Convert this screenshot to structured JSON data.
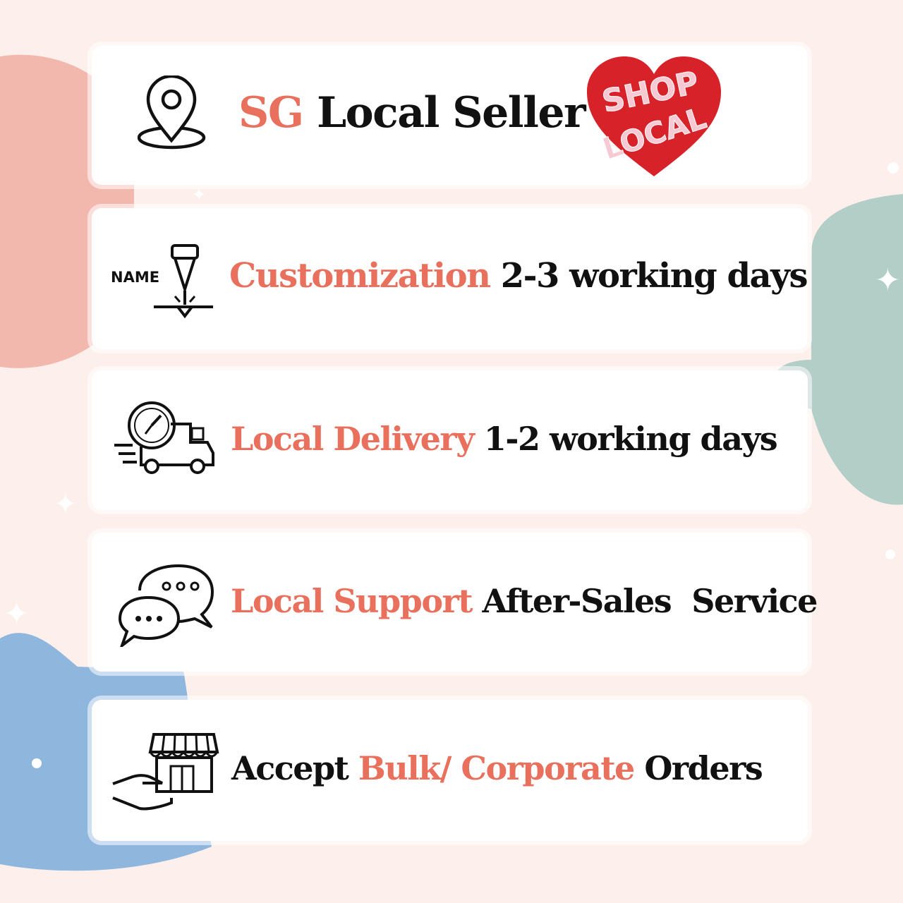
{
  "colors": {
    "accent": "#e8705d",
    "text": "#111111",
    "background": "#fdf0ec"
  },
  "items": [
    {
      "icon": "location-pin-icon",
      "parts": [
        {
          "text": "SG",
          "accent": true
        },
        {
          "text": " Local Seller",
          "accent": false
        }
      ]
    },
    {
      "icon": "laser-engraving-icon",
      "icon_label": "NAME",
      "parts": [
        {
          "text": "Customization",
          "accent": true
        },
        {
          "text": " 2-3 working days",
          "accent": false
        }
      ]
    },
    {
      "icon": "delivery-truck-clock-icon",
      "parts": [
        {
          "text": "Local Delivery",
          "accent": true
        },
        {
          "text": " 1-2 working days",
          "accent": false
        }
      ]
    },
    {
      "icon": "chat-bubbles-icon",
      "parts": [
        {
          "text": "Local Support",
          "accent": true
        },
        {
          "text": " After-Sales  Service",
          "accent": false
        }
      ]
    },
    {
      "icon": "hand-store-icon",
      "parts": [
        {
          "text": "Accept ",
          "accent": false
        },
        {
          "text": "Bulk/ Corporate",
          "accent": true
        },
        {
          "text": " Orders",
          "accent": false
        }
      ]
    }
  ],
  "badge": {
    "line1": "SHOP",
    "line2": "LOCAL",
    "icon": "heart-icon",
    "color": "#d8222a"
  }
}
